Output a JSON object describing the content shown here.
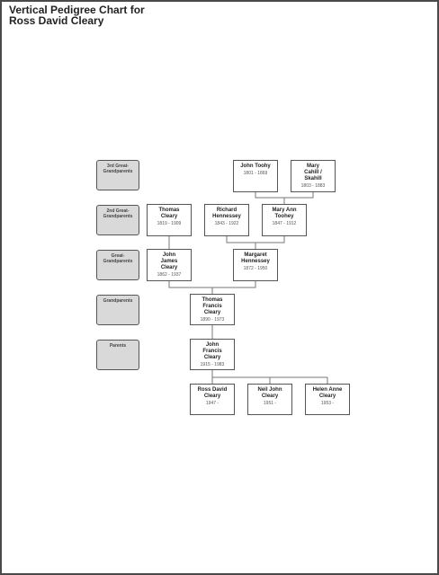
{
  "chart": {
    "title_line1": "Vertical Pedigree Chart for",
    "title_line2": "Ross David Cleary"
  },
  "generations": [
    {
      "label": "3rd Great-\nGrandparents"
    },
    {
      "label": "2nd Great-\nGrandparents"
    },
    {
      "label": "Great-\nGrandparents"
    },
    {
      "label": "Grandparents"
    },
    {
      "label": "Parents"
    }
  ],
  "people": {
    "john_toohy": {
      "name": "John Toohy",
      "dates": "1801 - 1869"
    },
    "mary_cahill": {
      "name": "Mary\nCahill /\nSkahill",
      "dates": "1803 - 1883"
    },
    "thomas_cleary": {
      "name": "Thomas\nCleary",
      "dates": "1819 - 1909"
    },
    "richard_hennessey": {
      "name": "Richard\nHennessey",
      "dates": "1843 - 1922"
    },
    "mary_ann_toohey": {
      "name": "Mary Ann\nToohey",
      "dates": "1847 - 1912"
    },
    "john_james_cleary": {
      "name": "John\nJames\nCleary",
      "dates": "1862 - 1937"
    },
    "margaret_hennessey": {
      "name": "Margaret\nHennessey",
      "dates": "1872 - 1950"
    },
    "thomas_francis_cleary": {
      "name": "Thomas\nFrancis\nCleary",
      "dates": "1890 - 1973"
    },
    "john_francis_cleary": {
      "name": "John\nFrancis\nCleary",
      "dates": "1915 - 1983"
    },
    "ross_david_cleary": {
      "name": "Ross David\nCleary",
      "dates": "1947 -"
    },
    "neil_john_cleary": {
      "name": "Neil John\nCleary",
      "dates": "1951 -"
    },
    "helen_anne_cleary": {
      "name": "Helen Anne\nCleary",
      "dates": "1953 -"
    }
  }
}
